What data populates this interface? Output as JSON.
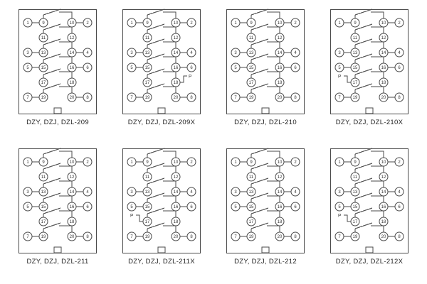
{
  "sheet": {
    "line_color": "#4a4a4a",
    "text_color": "#333333",
    "background": "#ffffff"
  },
  "terminal_rows": [
    {
      "left_outer": "1",
      "inner_left": "9",
      "inner_right": "10",
      "right_outer": "2",
      "contact": true
    },
    {
      "inner_left": "11",
      "inner_right": "12",
      "contact": true
    },
    {
      "left_outer": "3",
      "inner_left": "13",
      "inner_right": "14",
      "right_outer": "4",
      "contact": true
    },
    {
      "left_outer": "5",
      "inner_left": "15",
      "inner_right": "16",
      "right_outer": "6",
      "contact": true
    },
    {
      "inner_left": "17",
      "inner_right": "18",
      "contact": true
    },
    {
      "left_outer": "7",
      "inner_left": "19",
      "inner_right": "20",
      "right_outer": "8",
      "contact": true
    }
  ],
  "diagrams": [
    {
      "label": "DZY, DZJ, DZL-209",
      "p_mark": false
    },
    {
      "label": "DZY, DZJ, DZL-209X",
      "p_mark": true,
      "p_label": "P",
      "p_side": "right"
    },
    {
      "label": "DZY, DZJ, DZL-210",
      "p_mark": false
    },
    {
      "label": "DZY, DZJ, DZL-210X",
      "p_mark": true,
      "p_label": "P",
      "p_side": "left"
    },
    {
      "label": "DZY, DZJ, DZL-211",
      "p_mark": false
    },
    {
      "label": "DZY, DZJ, DZL-211X",
      "p_mark": true,
      "p_label": "P",
      "p_side": "left"
    },
    {
      "label": "DZY, DZJ, DZL-212",
      "p_mark": false
    },
    {
      "label": "DZY, DZJ, DZL-212X",
      "p_mark": true,
      "p_label": "P",
      "p_side": "left"
    }
  ]
}
